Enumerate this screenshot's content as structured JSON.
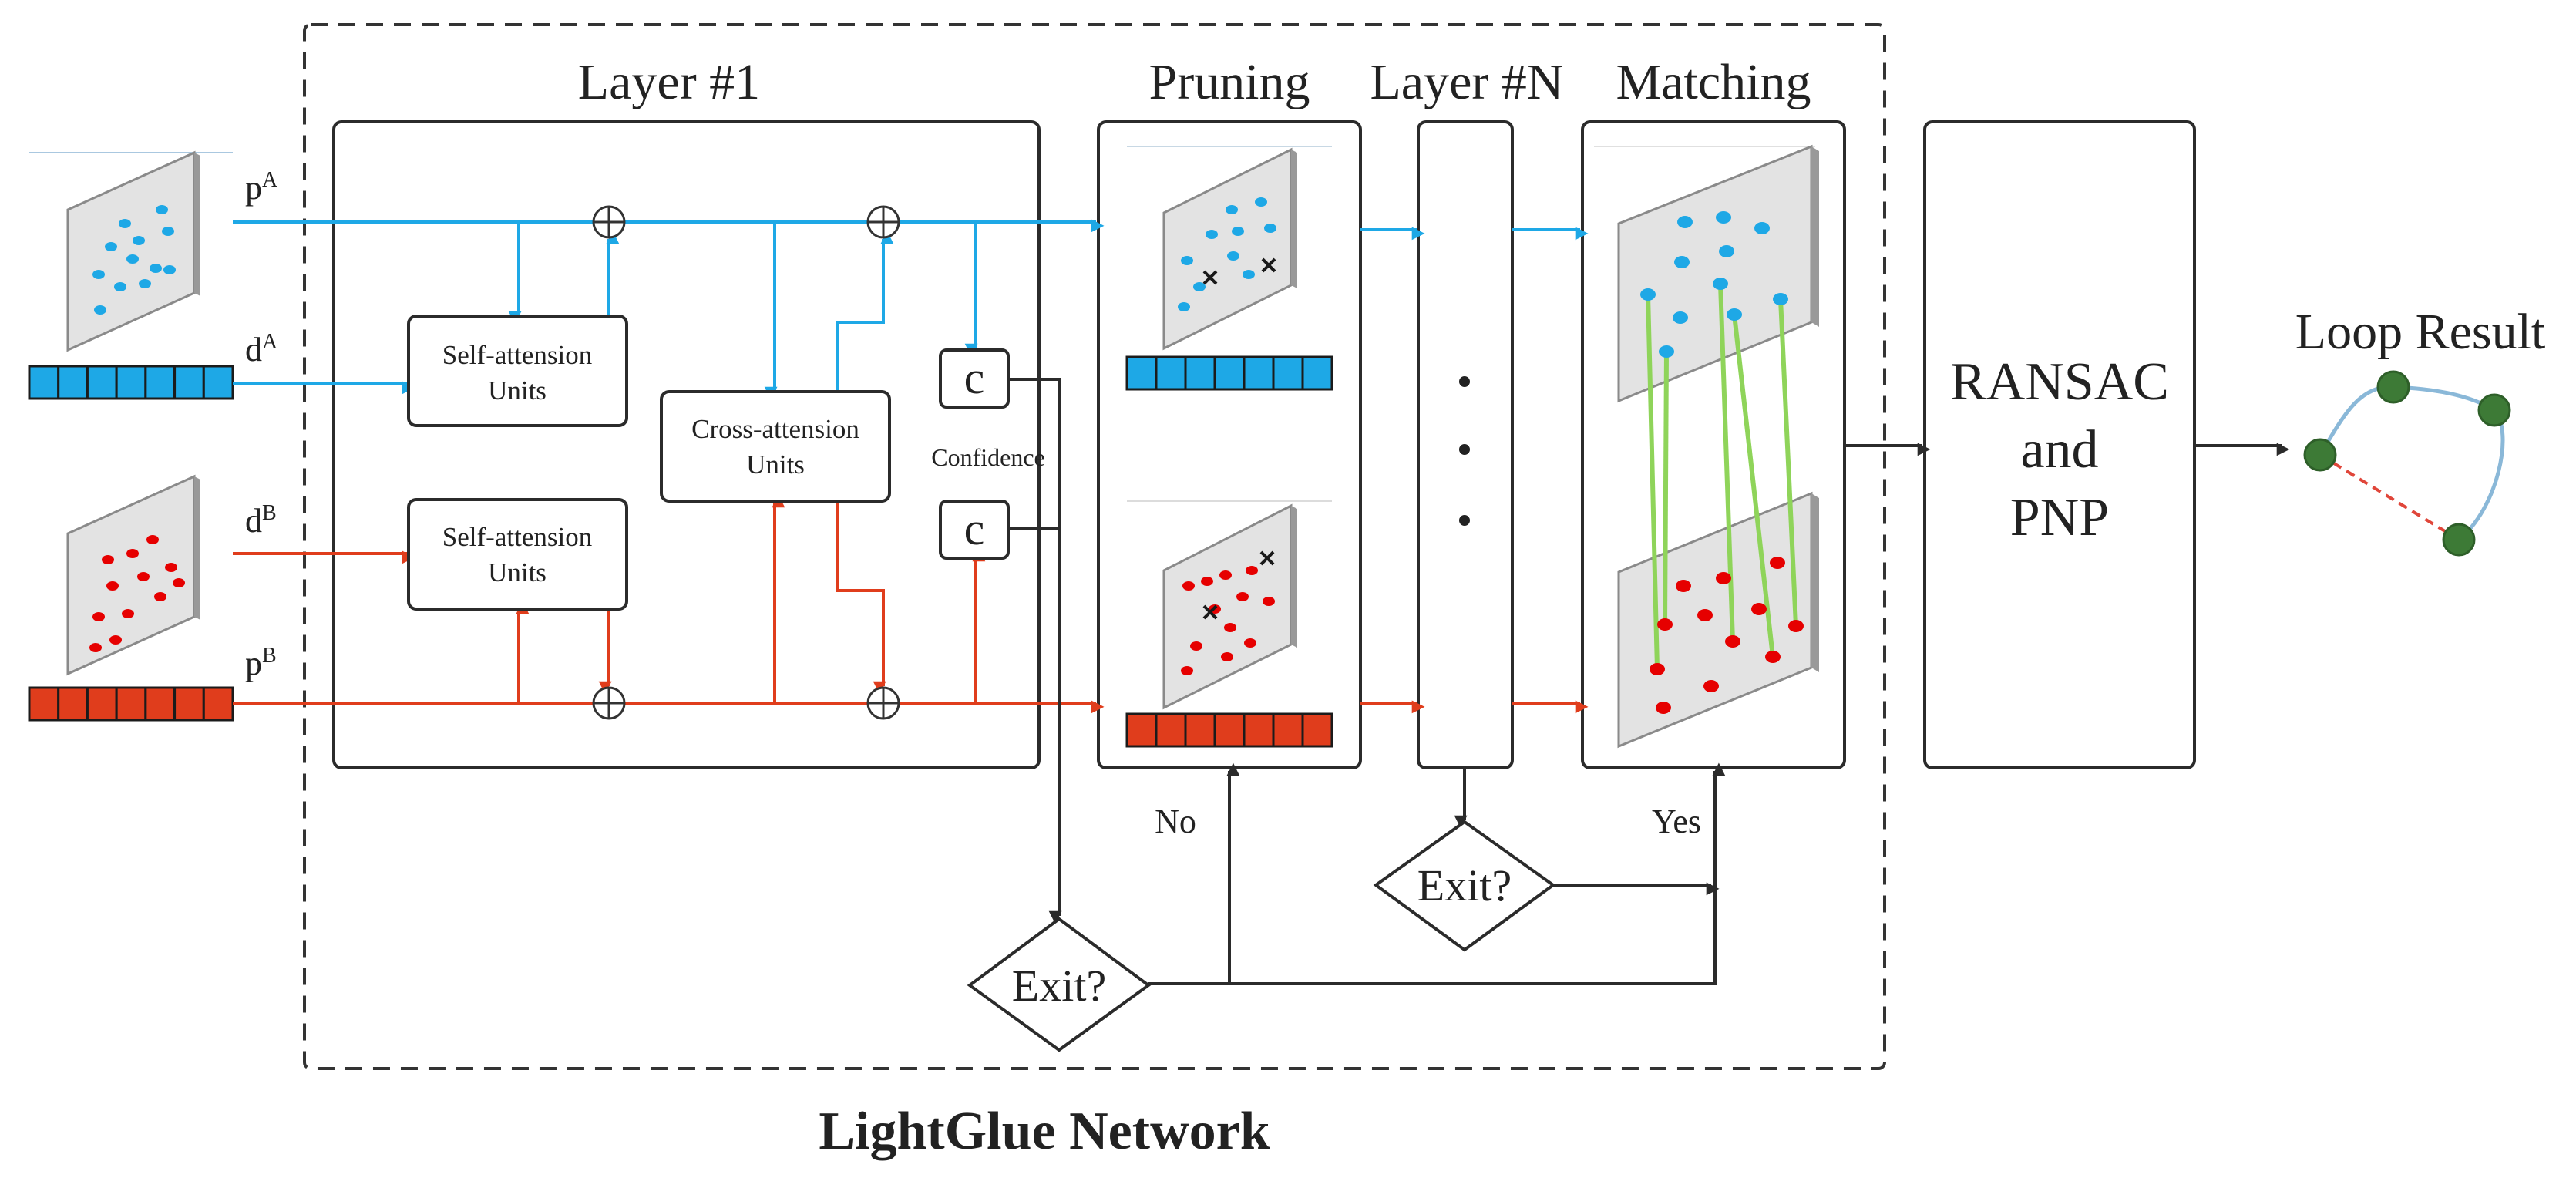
{
  "colors": {
    "blue": "#1ea8e6",
    "red": "#e03d1c",
    "dark": "#2b2b2b",
    "green_node": "#3d7a36",
    "match_line": "#8fd45a",
    "panel": "#e3e3e3"
  },
  "layer1": {
    "title": "Layer #1"
  },
  "pruning": {
    "title": "Pruning"
  },
  "layerN": {
    "title": "Layer #N"
  },
  "matching": {
    "title": "Matching"
  },
  "inputs": {
    "pA": "p",
    "pA_sup": "A",
    "dA": "d",
    "dA_sup": "A",
    "dB": "d",
    "dB_sup": "B",
    "pB": "p",
    "pB_sup": "B"
  },
  "units": {
    "self_a_line1": "Self-attension",
    "self_a_line2": "Units",
    "self_b_line1": "Self-attension",
    "self_b_line2": "Units",
    "cross_line1": "Cross-attension",
    "cross_line2": "Units"
  },
  "confidence": {
    "c_top": "c",
    "c_bottom": "c",
    "label": "Confidence"
  },
  "decisions": {
    "exit1": "Exit?",
    "exit2": "Exit?",
    "no": "No",
    "yes": "Yes"
  },
  "ransac": {
    "line1": "RANSAC",
    "line2": "and",
    "line3": "PNP"
  },
  "loop": {
    "title": "Loop Result"
  },
  "network": {
    "caption": "LightGlue Network"
  },
  "icons": [
    "keypoint-image-icon",
    "descriptor-vector-icon",
    "sum-node-icon",
    "loop-graph-icon"
  ]
}
